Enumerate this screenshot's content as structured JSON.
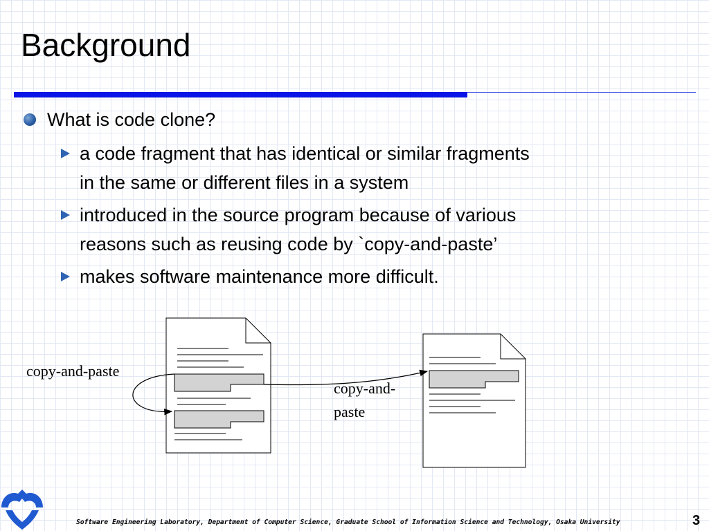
{
  "slide": {
    "title": "Background",
    "bullet": "What is code clone?",
    "sub_bullets": [
      {
        "line1": "a code fragment that has identical or similar fragments",
        "line2": "in the same or different files in a system"
      },
      {
        "line1": "introduced in the source program  because of various",
        "line2": "reasons such as reusing code by `copy-and-paste’"
      },
      {
        "line1": "makes software maintenance more difficult.",
        "line2": ""
      }
    ]
  },
  "diagram": {
    "label_left": "copy-and-paste",
    "label_right_line1": "copy-and-",
    "label_right_line2": "paste"
  },
  "footer": {
    "text": "Software Engineering Laboratory, Department of Computer Science, Graduate School of Information Science and Technology, Osaka University",
    "page_number": "3",
    "logo_icon": "osaka-university-logo-icon"
  },
  "colors": {
    "title_rule": "#0a14e6",
    "bullet_blue": "#2f63b3",
    "logo_blue": "#1f5ad0"
  }
}
